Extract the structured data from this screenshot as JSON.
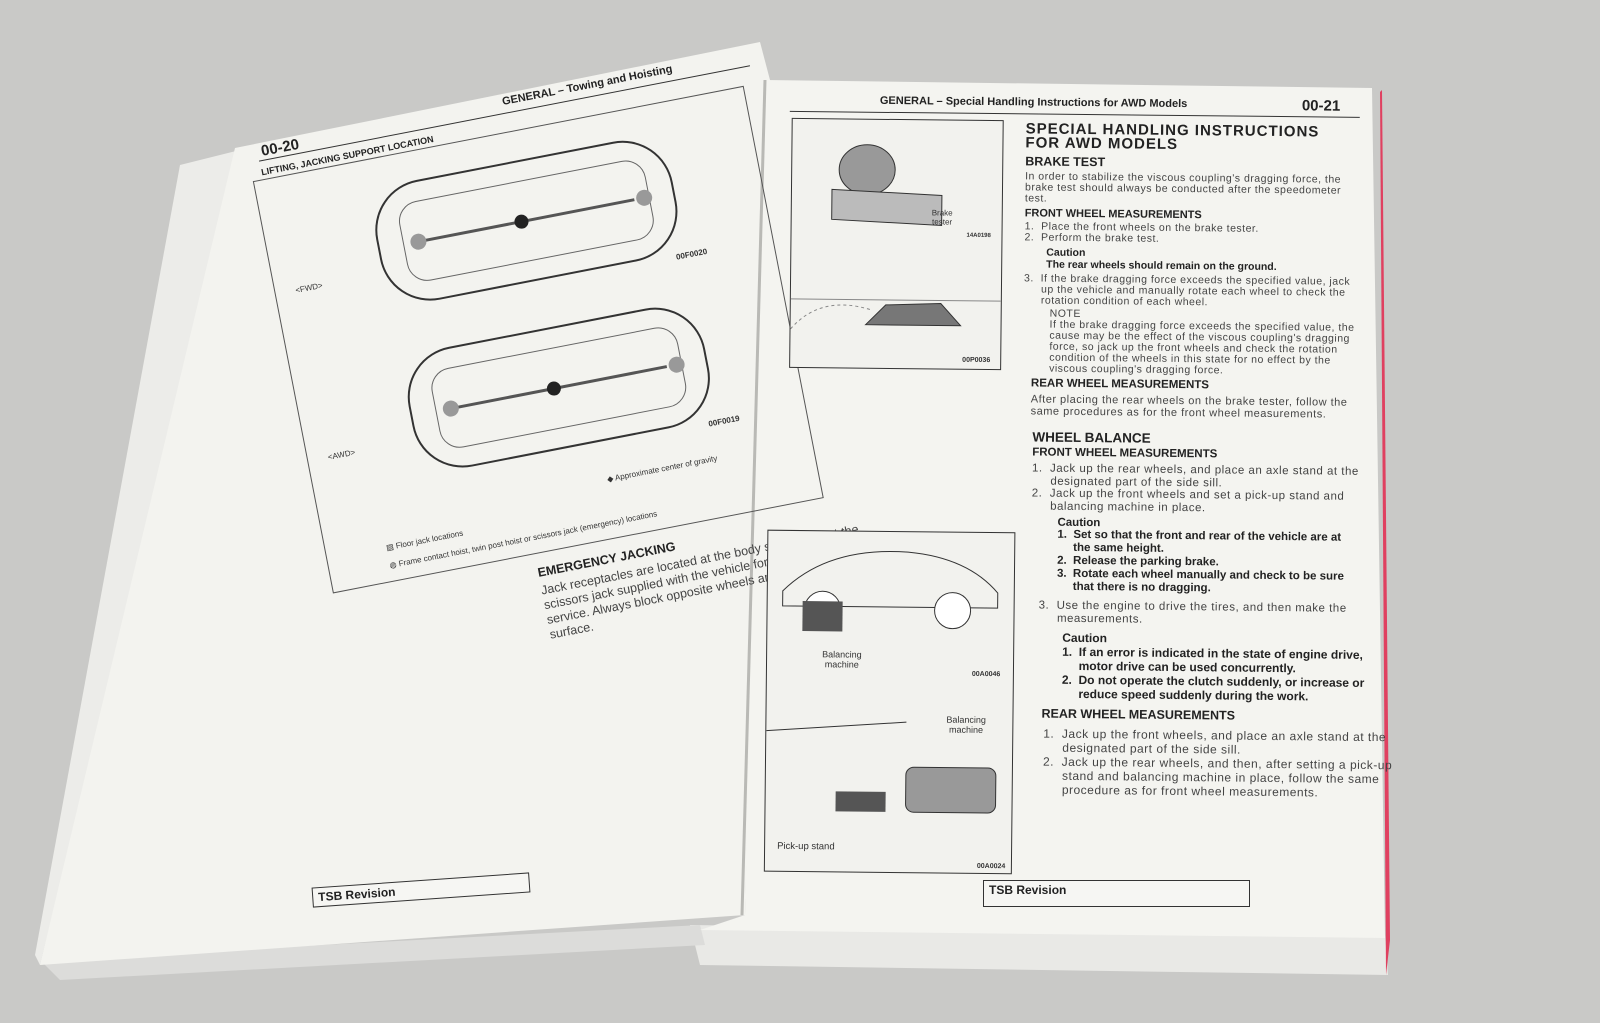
{
  "left_page": {
    "page_number": "00-20",
    "header": "GENERAL – Towing and Hoisting",
    "section_title": "LIFTING, JACKING SUPPORT LOCATION",
    "fwd_label": "<FWD>",
    "fwd_code": "00F0020",
    "awd_label": "<AWD>",
    "awd_code": "00F0019",
    "legend": [
      "Approximate center of gravity",
      "Floor jack locations",
      "Frame contact hoist, twin post hoist or scissors jack (emergency) locations"
    ],
    "emergency_title": "EMERGENCY JACKING",
    "emergency_lines": [
      "Jack receptacles are located at the body sills to accept the",
      "scissors jack supplied with the vehicle for emergency road",
      "service. Always block opposite wheels and jack on level",
      "surface."
    ],
    "footer": "TSB Revision"
  },
  "right_page": {
    "header": "GENERAL – Special Handling Instructions for AWD Models",
    "page_number": "00-21",
    "title_lines": [
      "SPECIAL HANDLING INSTRUCTIONS",
      "FOR AWD MODELS"
    ],
    "brake_test": {
      "title": "BRAKE TEST",
      "lines": [
        "In order to stabilize the viscous coupling's dragging force, the",
        "brake test should always be conducted after the speedometer",
        "test."
      ]
    },
    "front_wheel_1": {
      "title": "FRONT WHEEL MEASUREMENTS",
      "steps": [
        "1.  Place the front wheels on the brake tester.",
        "2.  Perform the brake test."
      ],
      "caution_label": "Caution",
      "caution": "The rear wheels should remain on the ground.",
      "step3": [
        "3.  If the brake dragging force exceeds the specified value, jack",
        "     up the vehicle and manually rotate each wheel to check the",
        "     rotation condition of each wheel."
      ],
      "note_label": "NOTE",
      "note": [
        "If the brake dragging force exceeds the specified value, the",
        "cause may be the effect of the viscous coupling's dragging",
        "force, so jack up the front wheels and check the rotation",
        "condition of the wheels in this state for no effect by the",
        "viscous coupling's dragging force."
      ]
    },
    "rear_wheel_1": {
      "title": "REAR WHEEL MEASUREMENTS",
      "lines": [
        "After placing the rear wheels on the brake tester, follow the",
        "same procedures as for the front wheel measurements."
      ]
    },
    "wheel_balance": {
      "title": "WHEEL BALANCE",
      "sub": "FRONT WHEEL MEASUREMENTS",
      "steps": [
        "1.  Jack up the rear wheels, and place an axle stand at the",
        "     designated part of the side sill.",
        "2.  Jack up the front wheels and set a pick-up stand and",
        "     balancing machine in place."
      ],
      "caution_label": "Caution",
      "cautions": [
        "1.  Set so that the front and rear of the vehicle are at",
        "     the same height.",
        "2.  Release the parking brake.",
        "3.  Rotate each wheel manually and check to be sure",
        "     that there is no dragging."
      ],
      "step3": [
        "3.  Use the engine to drive the tires, and then make the",
        "     measurements."
      ],
      "caution2_label": "Caution",
      "cautions2": [
        "1.  If an error is indicated in the state of engine drive,",
        "     motor drive can be used concurrently.",
        "2.  Do not operate the clutch suddenly, or increase or",
        "     reduce speed suddenly during the work."
      ]
    },
    "rear_wheel_2": {
      "title": "REAR WHEEL MEASUREMENTS",
      "steps": [
        "1.  Jack up the front wheels, and place an axle stand at the",
        "     designated part of the side sill.",
        "2.  Jack up the rear wheels, and then, after setting a pick-up",
        "     stand and balancing machine in place, follow the same",
        "     procedure as for front wheel measurements."
      ]
    },
    "fig1": {
      "label_lines": [
        "Brake",
        "tester"
      ],
      "code": "14A0198"
    },
    "fig2": {
      "code": "00P0036"
    },
    "fig3": {
      "label_lines": [
        "Balancing",
        "machine"
      ],
      "code": "00A0046"
    },
    "fig4": {
      "label_lines": [
        "Balancing",
        "machine"
      ],
      "pickup": "Pick-up stand",
      "code": "00A0024"
    },
    "footer": "TSB Revision"
  }
}
